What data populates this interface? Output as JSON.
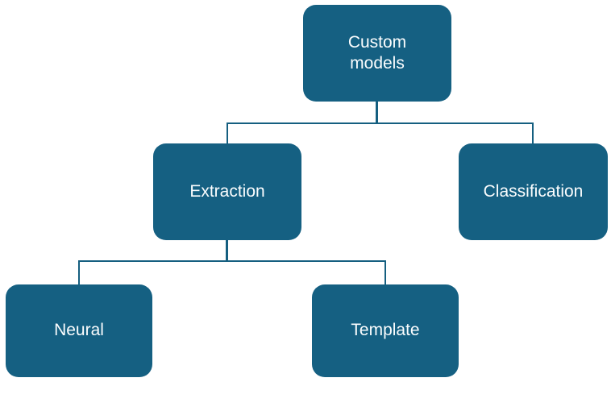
{
  "diagram": {
    "type": "hierarchy-tree",
    "background_color": "#ffffff",
    "node_fill_color": "#156082",
    "node_text_color": "#fbfdfe",
    "connector_color": "#155f80",
    "nodes": {
      "root": {
        "label": "Custom models",
        "level": 1
      },
      "extraction": {
        "label": "Extraction",
        "level": 2
      },
      "classification": {
        "label": "Classification",
        "level": 2
      },
      "neural": {
        "label": "Neural",
        "level": 3
      },
      "template": {
        "label": "Template",
        "level": 3
      }
    },
    "edges": [
      {
        "from": "Custom models",
        "to": "Extraction"
      },
      {
        "from": "Custom models",
        "to": "Classification"
      },
      {
        "from": "Extraction",
        "to": "Neural"
      },
      {
        "from": "Extraction",
        "to": "Template"
      }
    ]
  }
}
